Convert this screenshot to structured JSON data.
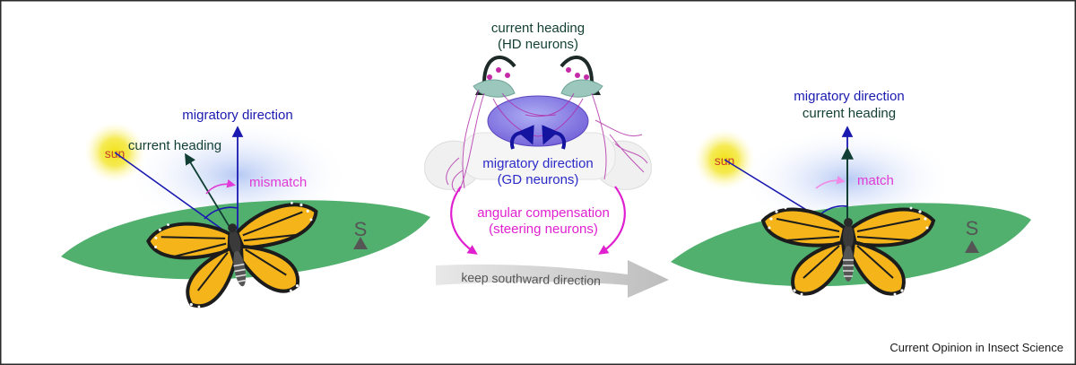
{
  "colors": {
    "ground": "#52b06f",
    "sun": "#f2e21a",
    "migratory": "#1a1ab0",
    "heading": "#123f33",
    "mismatch": "#e23ad6",
    "steering": "#e020d0",
    "gd_label": "#2b2bc8",
    "brain_purple": "#8a2ab0",
    "arrow_gray": "#c9c9c9"
  },
  "left_panel": {
    "sun": "sun",
    "migratory_direction": "migratory direction",
    "current_heading": "current heading",
    "mismatch": "mismatch",
    "compass": "S"
  },
  "center_panel": {
    "hd_line1": "current heading",
    "hd_line2": "(HD neurons)",
    "gd_line1": "migratory direction",
    "gd_line2": "(GD neurons)",
    "steer_line1": "angular compensation",
    "steer_line2": "(steering neurons)",
    "keep_direction": "keep southward direction"
  },
  "right_panel": {
    "sun": "sun",
    "migratory_direction": "migratory direction",
    "current_heading": "current heading",
    "match": "match",
    "compass": "S"
  },
  "credit": "Current Opinion in Insect Science"
}
